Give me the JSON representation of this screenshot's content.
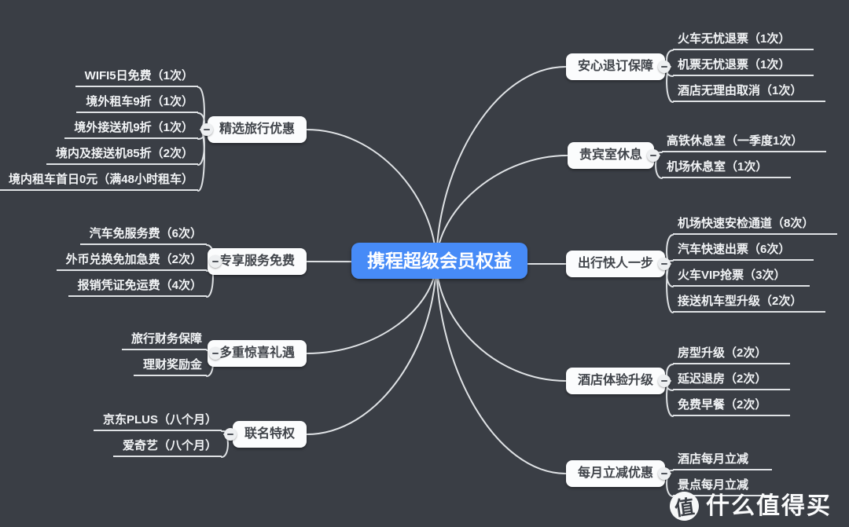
{
  "colors": {
    "background": "#3a3e45",
    "accent_blue": "#478bf7",
    "line": "#dfe2e5",
    "node_bg": "#fbfcfd",
    "node_text": "#40444a",
    "leaf_text": "#f2f4f6"
  },
  "icons": {
    "collapse_toggle": "minus-icon",
    "watermark_logo": "zhi-circle-logo"
  },
  "center": {
    "label": "携程超级会员权益"
  },
  "left_branches": [
    {
      "label": "精选旅行优惠",
      "children": [
        "WIFI5日免费（1次）",
        "境外租车9折（1次）",
        "境外接送机9折（1次）",
        "境内及接送机85折（2次）",
        "境内租车首日0元（满48小时租车）"
      ]
    },
    {
      "label": "专享服务免费",
      "children": [
        "汽车免服务费（6次）",
        "外币兑换免加急费（2次）",
        "报销凭证免运费（4次）"
      ]
    },
    {
      "label": "多重惊喜礼遇",
      "children": [
        "旅行财务保障",
        "理财奖励金"
      ]
    },
    {
      "label": "联名特权",
      "children": [
        "京东PLUS（八个月）",
        "爱奇艺（八个月）"
      ]
    }
  ],
  "right_branches": [
    {
      "label": "安心退订保障",
      "children": [
        "火车无忧退票（1次）",
        "机票无忧退票（1次）",
        "酒店无理由取消（1次）"
      ]
    },
    {
      "label": "贵宾室休息",
      "children": [
        "高铁休息室（一季度1次）",
        "机场休息室（1次）"
      ]
    },
    {
      "label": "出行快人一步",
      "children": [
        "机场快速安检通道（8次）",
        "汽车快速出票（6次）",
        "火车VIP抢票（3次）",
        "接送机车型升级（2次）"
      ]
    },
    {
      "label": "酒店体验升级",
      "children": [
        "房型升级（2次）",
        "延迟退房（2次）",
        "免费早餐（2次）"
      ]
    },
    {
      "label": "每月立减优惠",
      "children": [
        "酒店每月立减",
        "景点每月立减"
      ]
    }
  ],
  "watermark": {
    "logo_char": "值",
    "text": "什么值得买"
  }
}
